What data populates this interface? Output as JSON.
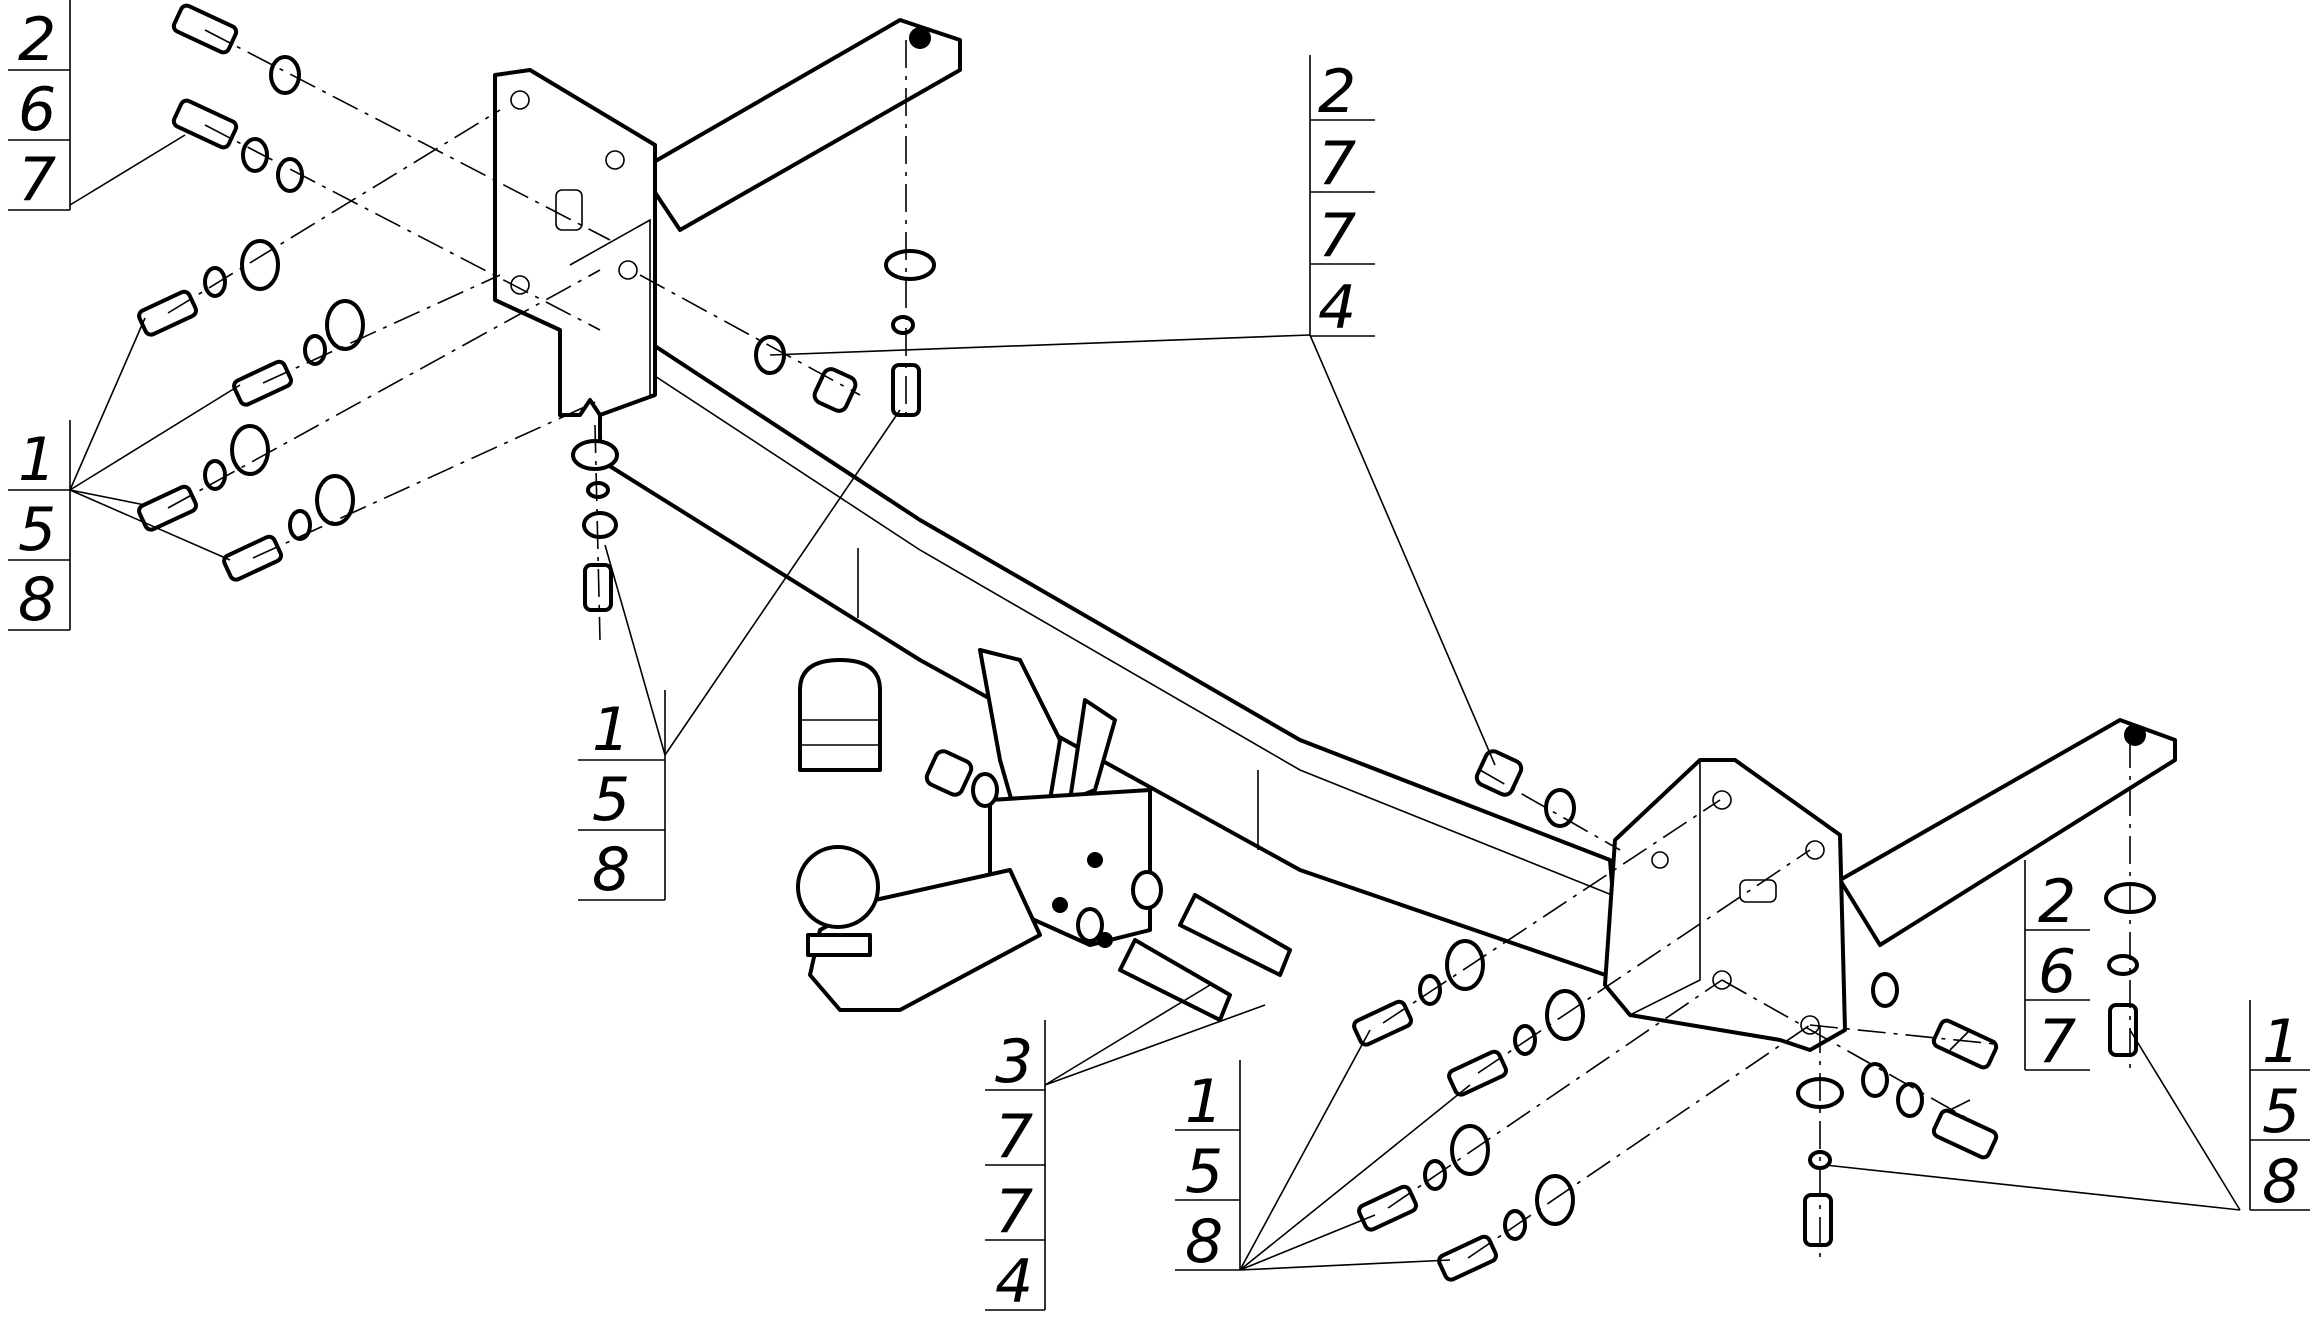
{
  "callouts": [
    {
      "id": "top-left",
      "numbers": [
        "2",
        "6",
        "7"
      ]
    },
    {
      "id": "left-plate",
      "numbers": [
        "1",
        "5",
        "8"
      ]
    },
    {
      "id": "center-bolts",
      "numbers": [
        "1",
        "5",
        "8"
      ]
    },
    {
      "id": "top-center",
      "numbers": [
        "2",
        "7",
        "7",
        "4"
      ]
    },
    {
      "id": "ball-mount",
      "numbers": [
        "3",
        "7",
        "7",
        "4"
      ]
    },
    {
      "id": "bottom-right",
      "numbers": [
        "1",
        "5",
        "8"
      ]
    },
    {
      "id": "right-plate",
      "numbers": [
        "2",
        "6",
        "7"
      ]
    },
    {
      "id": "far-right",
      "numbers": [
        "1",
        "5",
        "8"
      ]
    }
  ],
  "colors": {
    "ink": "#000000",
    "paper": "#ffffff"
  }
}
